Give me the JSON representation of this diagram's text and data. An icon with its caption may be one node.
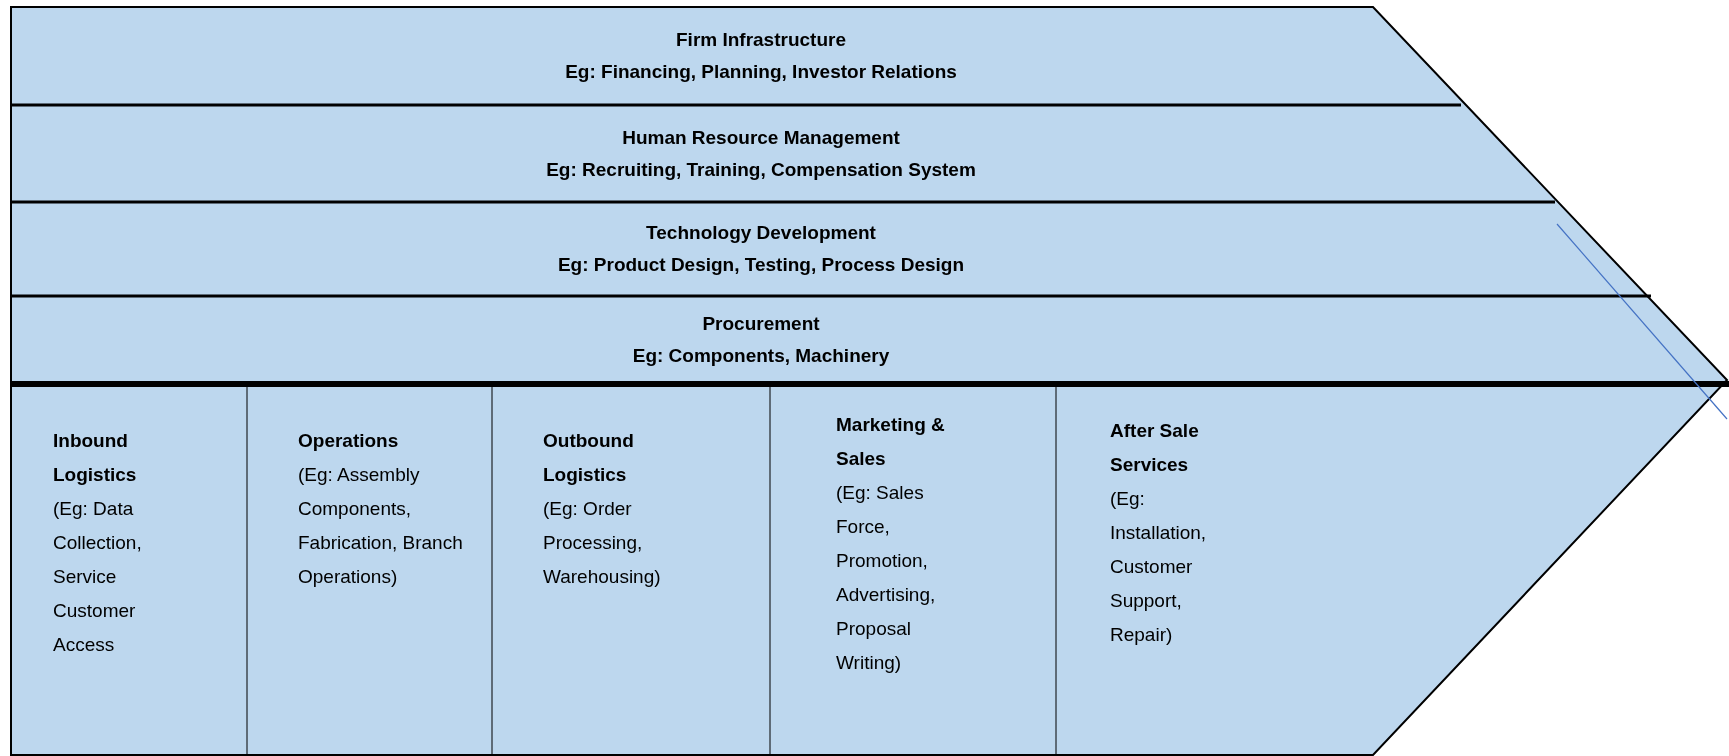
{
  "diagram": {
    "nodes": [
      {
        "text": [
          "Firm Infrastructure",
          "Eg: Financing, Planning, Investor Relations"
        ]
      },
      {
        "text": [
          "Human Resource Management",
          "Eg: Recruiting, Training, Compensation System"
        ]
      },
      {
        "text": [
          "Technology Development",
          "Eg: Product Design, Testing, Process Design"
        ]
      },
      {
        "text": [
          "Procurement",
          "Eg: Components, Machinery"
        ]
      },
      {
        "text": [
          "Inbound Logistics",
          "(Eg: Data Collection, Service Customer Access"
        ]
      },
      {
        "text": [
          "Operations",
          "(Eg: Assembly Components, Fabrication, Branch Operations)"
        ]
      },
      {
        "text": [
          "Outbound Logistics",
          "(Eg: Order Processing, Warehousing)"
        ]
      },
      {
        "text": [
          "Marketing & Sales",
          "(Eg: Sales Force, Promotion, Advertising, Proposal Writing)"
        ]
      },
      {
        "text": [
          "After Sale Services",
          "(Eg: Installation, Customer Support, Repair)"
        ]
      }
    ]
  }
}
